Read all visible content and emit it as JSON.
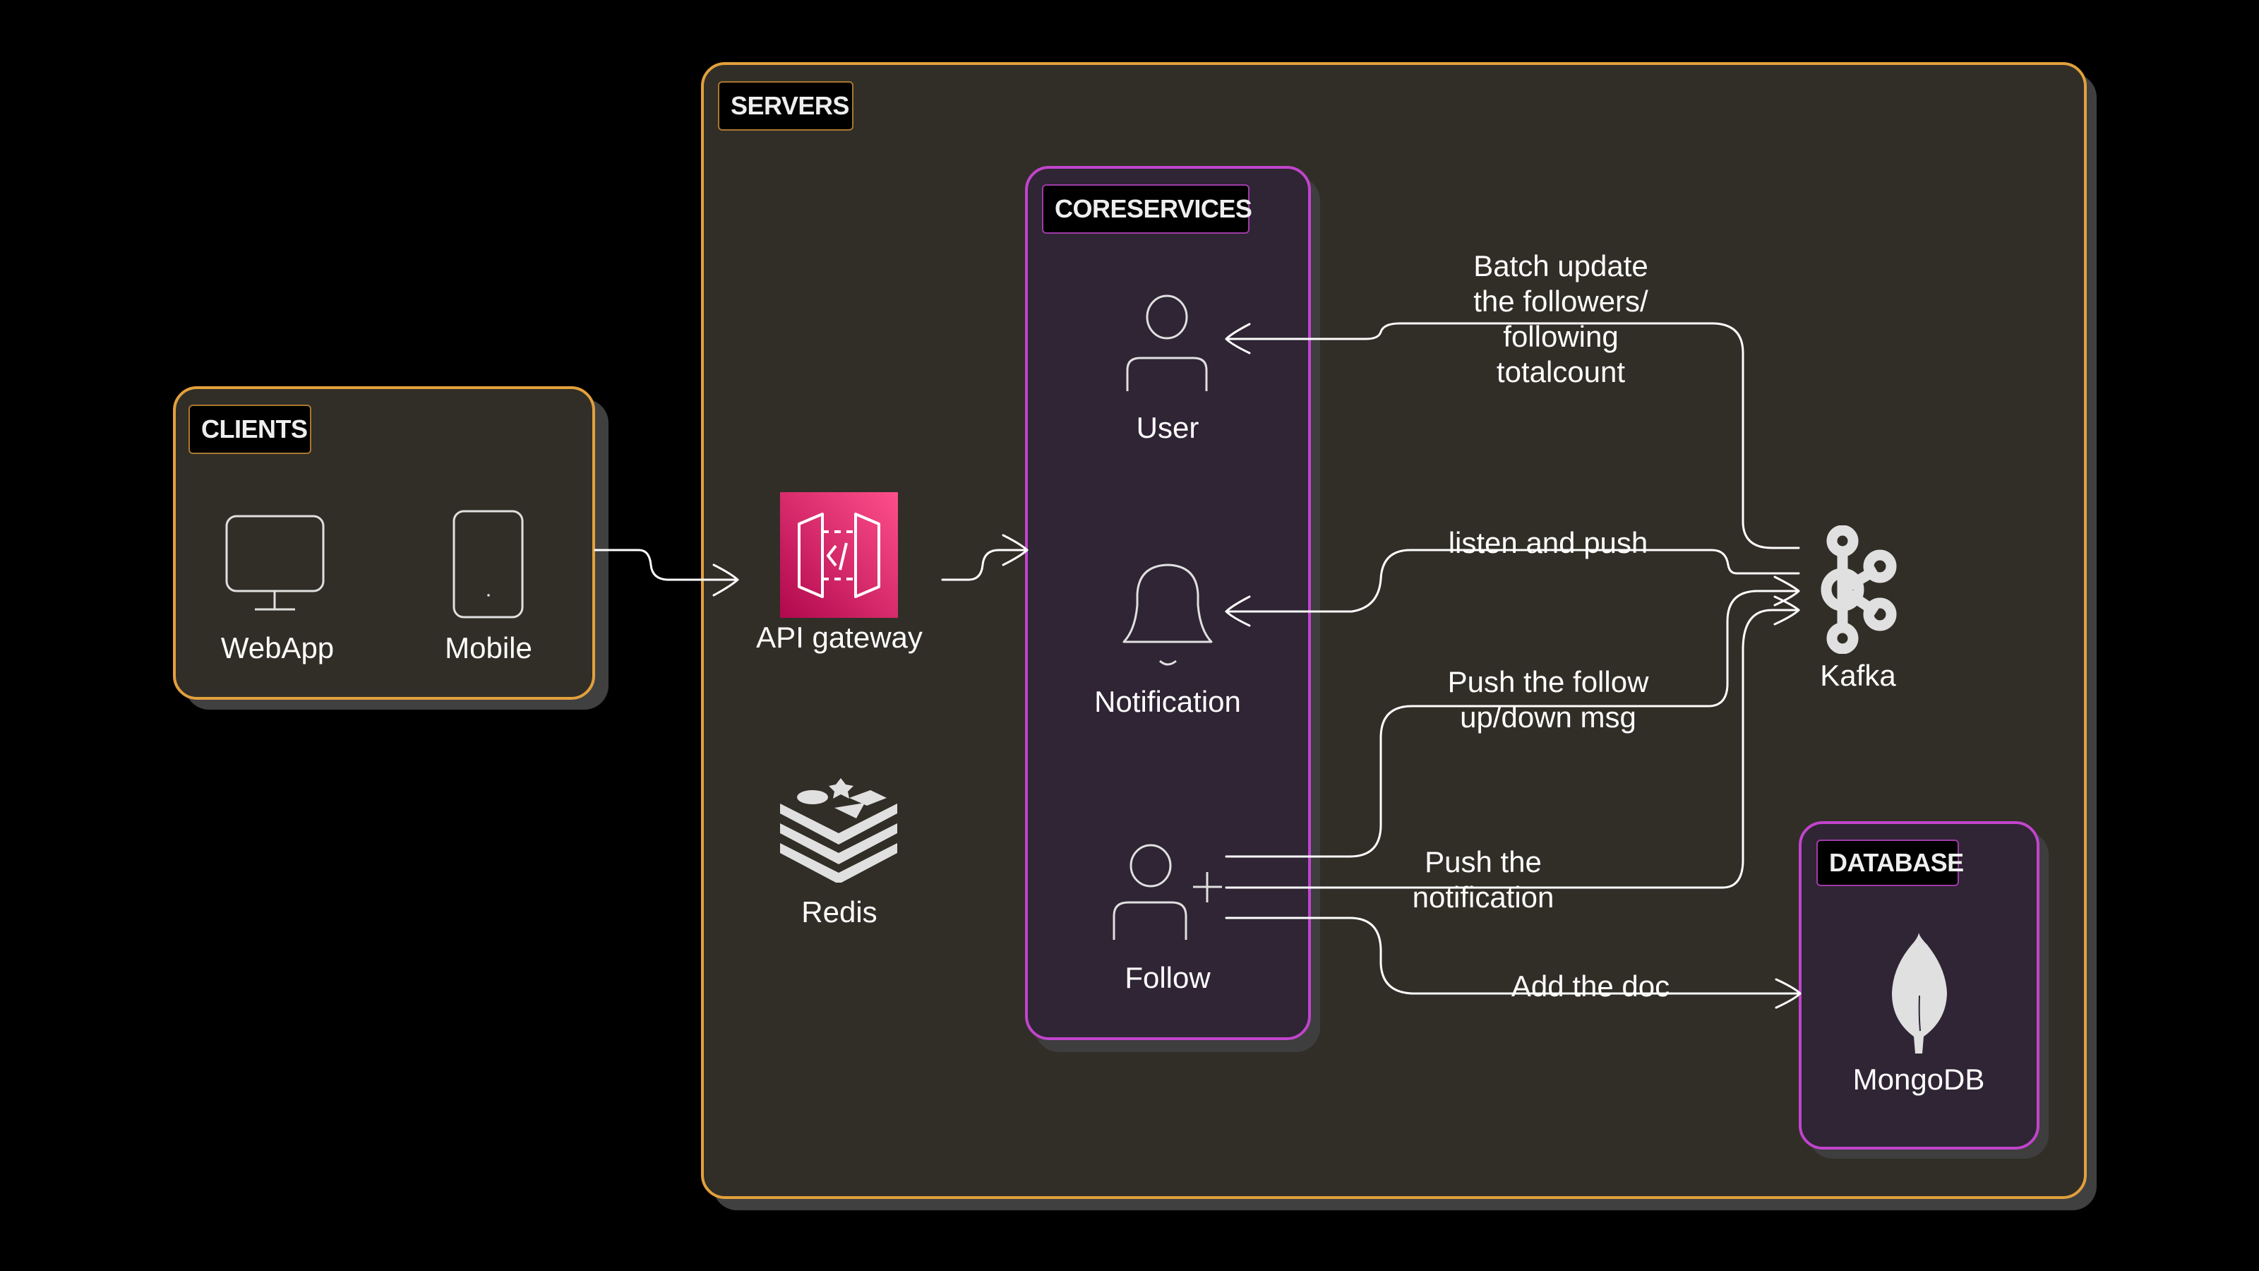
{
  "diagram": {
    "groups": {
      "clients": {
        "title": "CLIENTS"
      },
      "servers": {
        "title": "SERVERS"
      },
      "coreservices": {
        "title": "CORESERVICES"
      },
      "database": {
        "title": "DATABASE"
      }
    },
    "nodes": {
      "webapp": {
        "label": "WebApp",
        "icon": "monitor-icon"
      },
      "mobile": {
        "label": "Mobile",
        "icon": "mobile-phone-icon"
      },
      "api_gateway": {
        "label": "API gateway",
        "icon": "api-gateway-icon"
      },
      "redis": {
        "label": "Redis",
        "icon": "redis-icon"
      },
      "user": {
        "label": "User",
        "icon": "user-icon"
      },
      "notification": {
        "label": "Notification",
        "icon": "bell-icon"
      },
      "follow": {
        "label": "Follow",
        "icon": "user-add-icon"
      },
      "kafka": {
        "label": "Kafka",
        "icon": "kafka-icon"
      },
      "mongodb": {
        "label": "MongoDB",
        "icon": "mongodb-leaf-icon"
      }
    },
    "edges": [
      {
        "from": "clients",
        "to": "api_gateway",
        "label": ""
      },
      {
        "from": "api_gateway",
        "to": "coreservices",
        "label": ""
      },
      {
        "from": "kafka",
        "to": "user",
        "label": "Batch update the followers/ following totalcount",
        "label_lines": [
          "Batch update",
          "the followers/",
          "following",
          "totalcount"
        ]
      },
      {
        "from": "kafka",
        "to": "notification",
        "label": "listen and push"
      },
      {
        "from": "follow",
        "to": "kafka",
        "label": "Push the follow up/down msg",
        "label_lines": [
          "Push the follow",
          "up/down msg"
        ]
      },
      {
        "from": "follow",
        "to": "kafka",
        "label": "Push the notification",
        "label_lines": [
          "Push the",
          "notification"
        ]
      },
      {
        "from": "follow",
        "to": "mongodb",
        "label": "Add the doc"
      }
    ],
    "colors": {
      "background": "#000000",
      "group_orange": "#e2a03c",
      "group_purple": "#c144cc",
      "group_fill_dark": "#312e27",
      "group_fill_purple": "#2f2534",
      "api_gateway_pink": "#d6246e",
      "icon_gray": "#e0e0e0"
    }
  }
}
